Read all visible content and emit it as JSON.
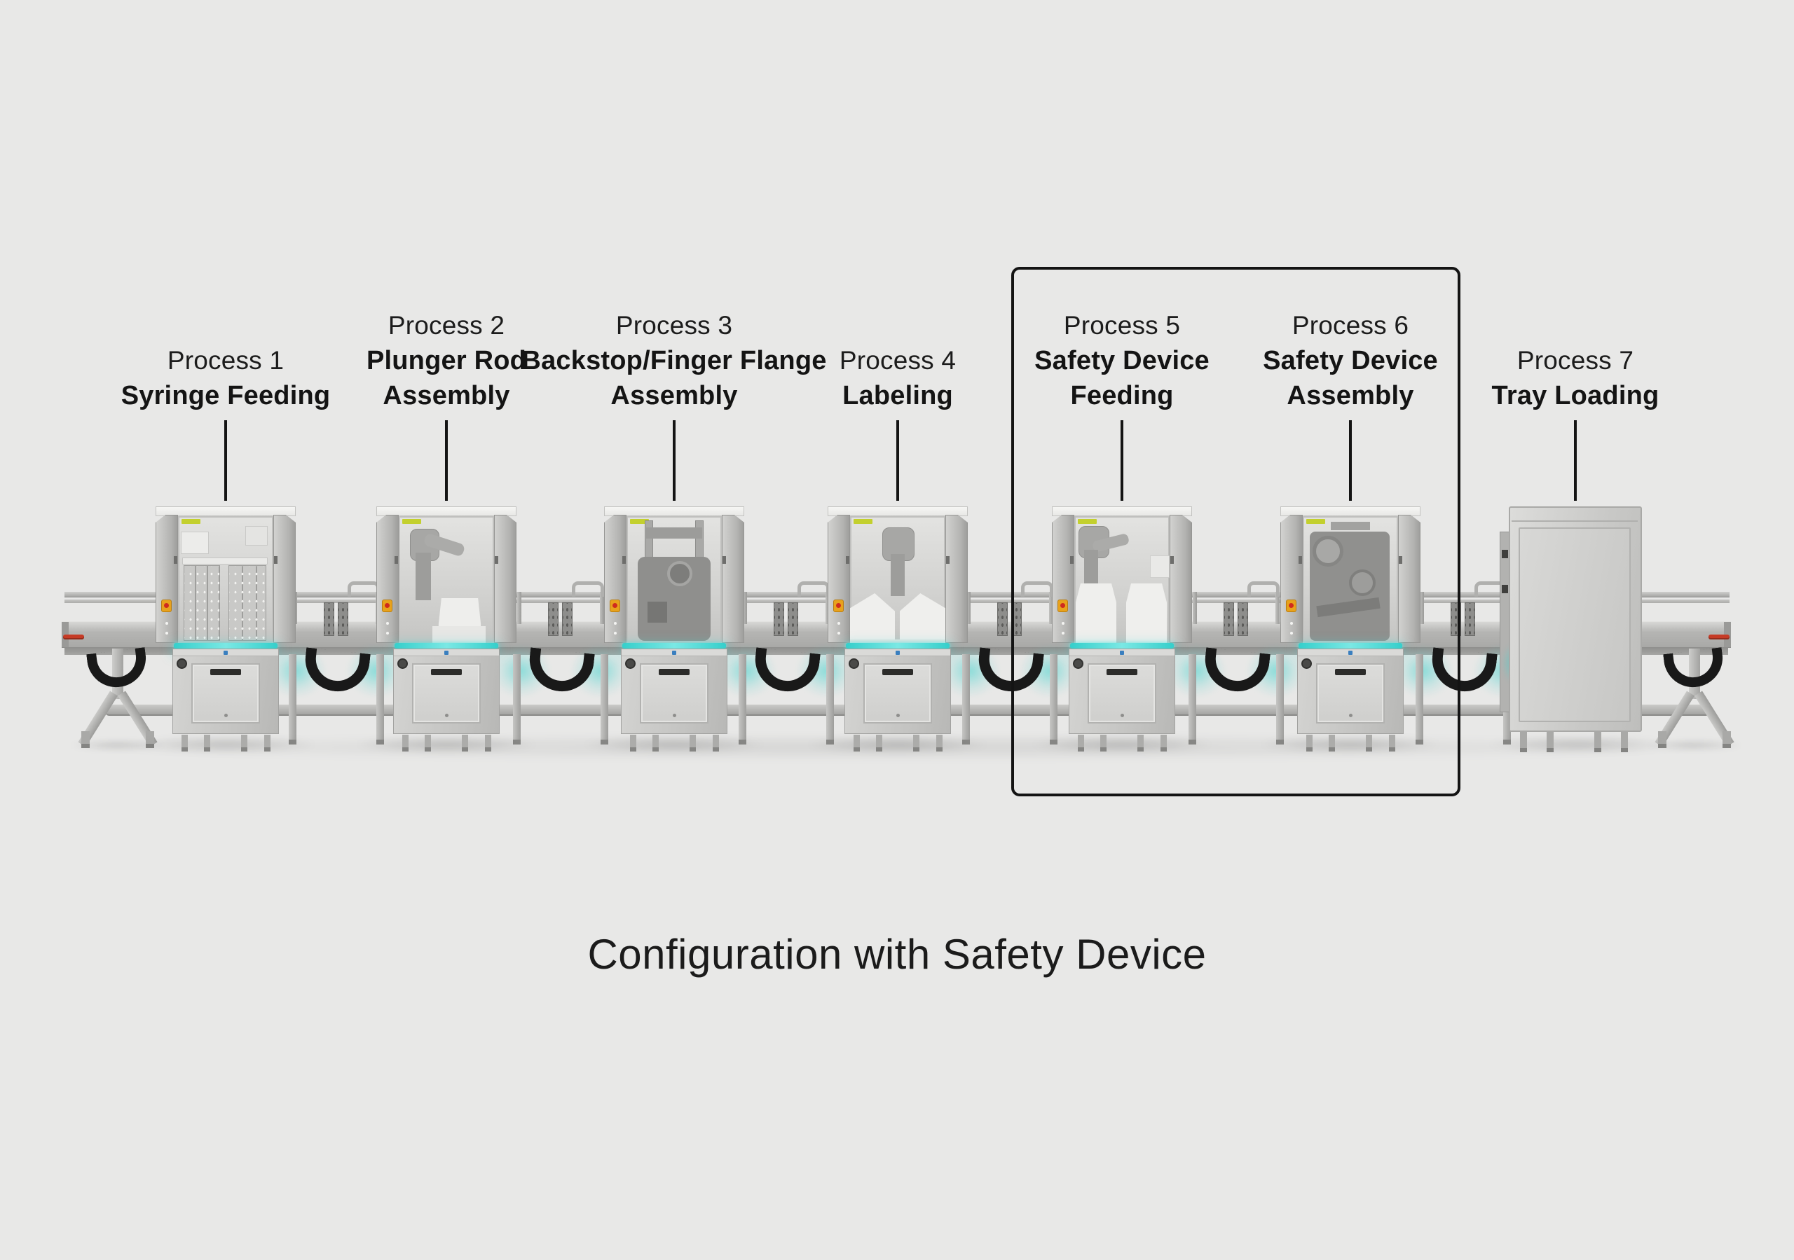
{
  "caption": "Configuration with Safety Device",
  "processes": [
    {
      "title": "Process 1",
      "name_lines": [
        "Syringe Feeding"
      ]
    },
    {
      "title": "Process 2",
      "name_lines": [
        "Plunger Rod",
        "Assembly"
      ]
    },
    {
      "title": "Process 3",
      "name_lines": [
        "Backstop/Finger Flange",
        "Assembly"
      ]
    },
    {
      "title": "Process 4",
      "name_lines": [
        "Labeling"
      ]
    },
    {
      "title": "Process 5",
      "name_lines": [
        "Safety Device",
        "Feeding"
      ]
    },
    {
      "title": "Process 6",
      "name_lines": [
        "Safety Device",
        "Assembly"
      ]
    },
    {
      "title": "Process 7",
      "name_lines": [
        "Tray Loading"
      ]
    }
  ],
  "highlight_box": {
    "grouped_processes": [
      "Process 5",
      "Process 6"
    ],
    "border_color": "#141414"
  },
  "colors": {
    "background": "#e8e8e7",
    "text": "#1a1a1a",
    "leader_line": "#141414",
    "machine_light": "#d6d6d4",
    "machine_mid": "#bcbcba",
    "glow_teal": "#3ed8d4",
    "estop_yellow": "#e8a21c",
    "estop_red": "#cf2b1e",
    "hose_black": "#191919",
    "chip_green": "#c3d02e",
    "logo_blue": "#3a7fbf",
    "valve_red": "#c63b26"
  }
}
